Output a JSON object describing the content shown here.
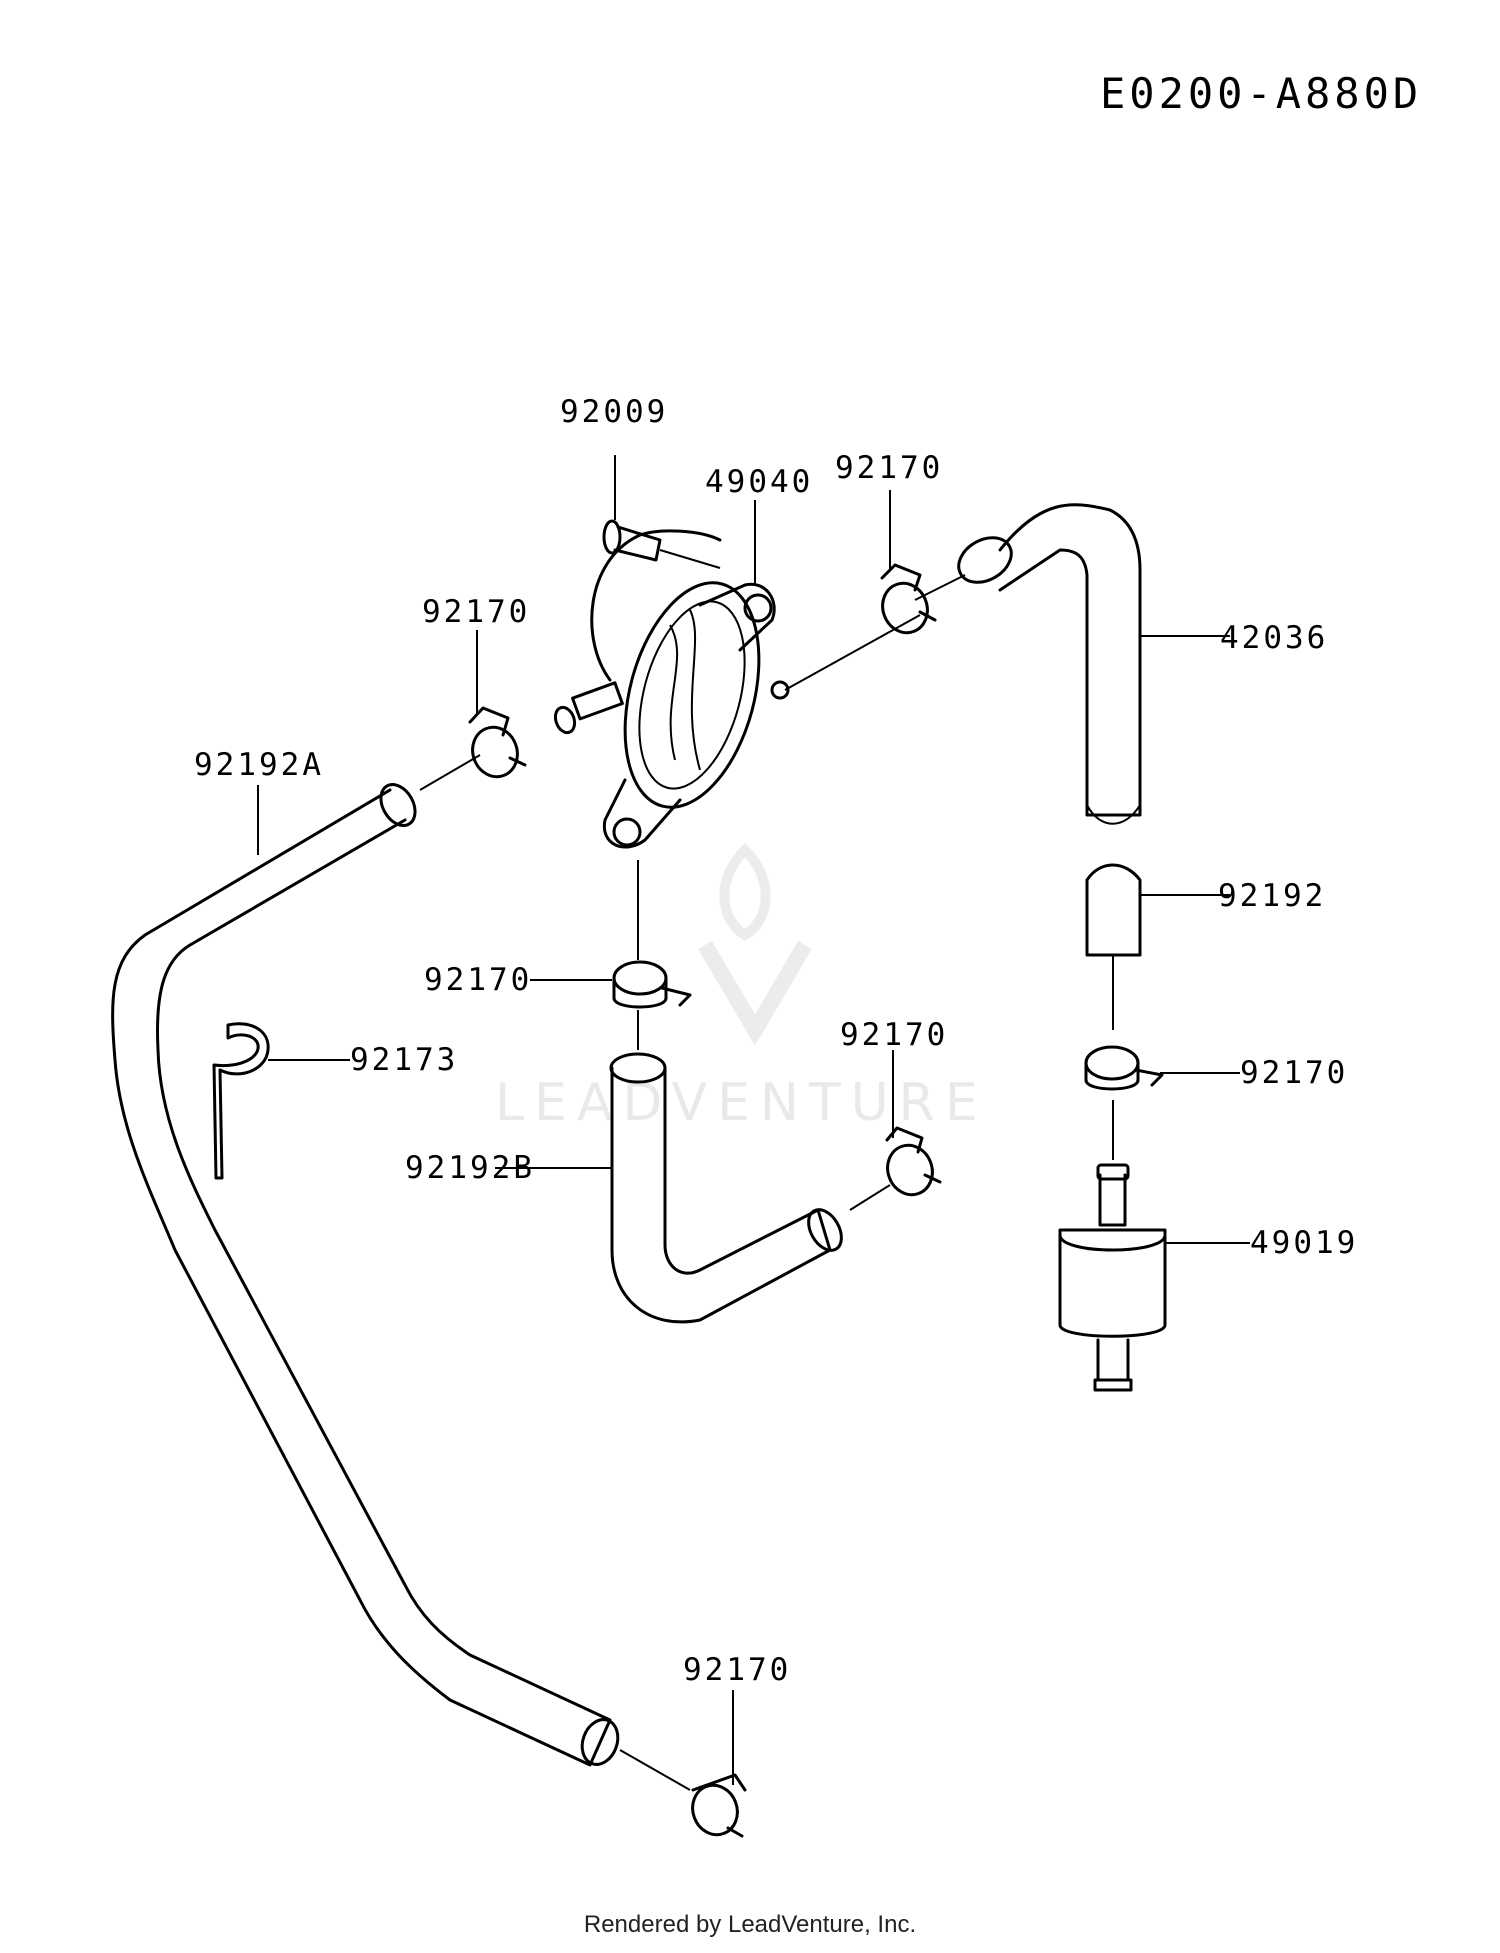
{
  "diagram_code": "E0200-A880D",
  "footer": "Rendered by LeadVenture, Inc.",
  "watermark": "LEADVENTURE",
  "labels": {
    "p92009": "92009",
    "p49040": "49040",
    "p92170_top": "92170",
    "p42036": "42036",
    "p92170_left": "92170",
    "p92192a": "92192A",
    "p92192": "92192",
    "p92170_mid": "92170",
    "p92173": "92173",
    "p92170_center": "92170",
    "p92170_right": "92170",
    "p92192b": "92192B",
    "p49019": "49019",
    "p92170_bottom": "92170"
  }
}
